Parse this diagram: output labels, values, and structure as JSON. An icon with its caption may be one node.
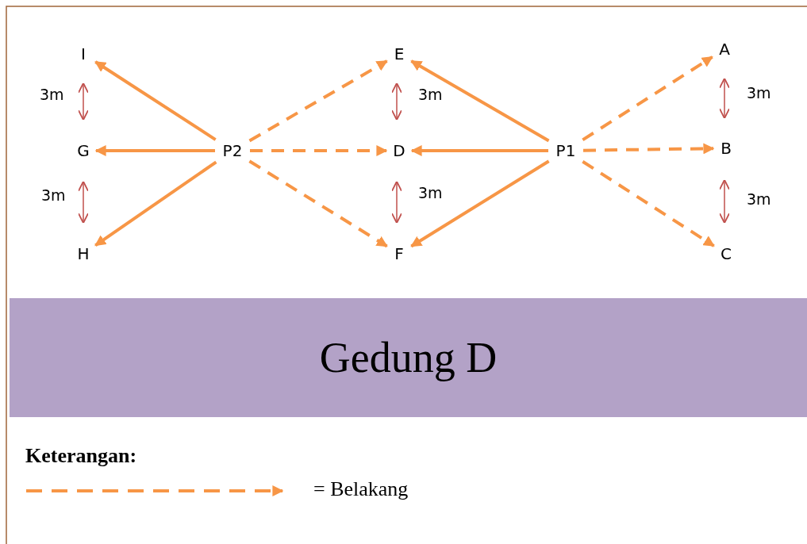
{
  "diagram": {
    "nodes": [
      {
        "text": [
          "I"
        ]
      },
      {
        "text": [
          "E"
        ]
      },
      {
        "text": [
          "A"
        ]
      },
      {
        "text": [
          "G"
        ]
      },
      {
        "text": [
          "P2"
        ]
      },
      {
        "text": [
          "D"
        ]
      },
      {
        "text": [
          "P1"
        ]
      },
      {
        "text": [
          "B"
        ]
      },
      {
        "text": [
          "H"
        ]
      },
      {
        "text": [
          "F"
        ]
      },
      {
        "text": [
          "C"
        ]
      },
      {
        "text": [
          "Gedung D"
        ]
      }
    ],
    "edges": [
      {
        "from": 4,
        "to": 0,
        "arrow": "to"
      },
      {
        "from": 4,
        "to": 3,
        "arrow": "to"
      },
      {
        "from": 4,
        "to": 8,
        "arrow": "to"
      },
      {
        "from": 4,
        "to": 1,
        "arrow": "to",
        "style": "dashed"
      },
      {
        "from": 4,
        "to": 5,
        "arrow": "to",
        "style": "dashed"
      },
      {
        "from": 4,
        "to": 9,
        "arrow": "to",
        "style": "dashed"
      },
      {
        "from": 6,
        "to": 1,
        "arrow": "to"
      },
      {
        "from": 6,
        "to": 5,
        "arrow": "to"
      },
      {
        "from": 6,
        "to": 9,
        "arrow": "to"
      },
      {
        "from": 6,
        "to": 2,
        "arrow": "to",
        "style": "dashed"
      },
      {
        "from": 6,
        "to": 7,
        "arrow": "to",
        "style": "dashed"
      },
      {
        "from": 6,
        "to": 10,
        "arrow": "to",
        "style": "dashed"
      }
    ],
    "labels": [
      "3m",
      "3m",
      "3m",
      "3m",
      "3m",
      "3m",
      "Keterangan:"
    ],
    "legend": [
      {
        "text": "= Belakang"
      }
    ]
  }
}
